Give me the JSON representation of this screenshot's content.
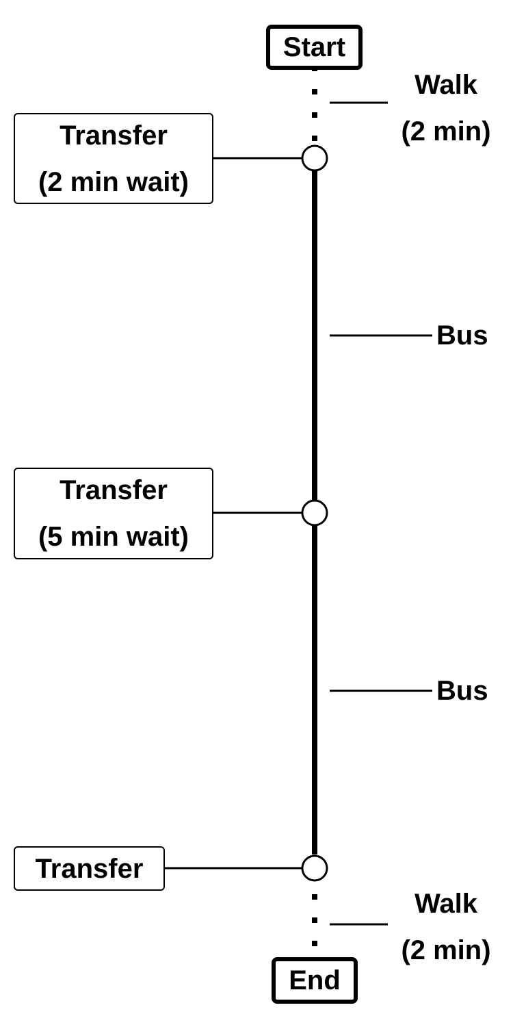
{
  "route": {
    "start_label": "Start",
    "end_label": "End"
  },
  "transfers": [
    {
      "line1": "Transfer",
      "line2": "(2 min wait)"
    },
    {
      "line1": "Transfer",
      "line2": "(5 min wait)"
    },
    {
      "line1": "Transfer"
    }
  ],
  "segments": [
    {
      "mode": "Walk",
      "detail": "(2 min)",
      "style": "dotted"
    },
    {
      "mode": "Bus",
      "style": "solid"
    },
    {
      "mode": "Bus",
      "style": "solid"
    },
    {
      "mode": "Walk",
      "detail": "(2 min)",
      "style": "dotted"
    }
  ],
  "colors": {
    "line": "#000000",
    "background": "#ffffff"
  }
}
